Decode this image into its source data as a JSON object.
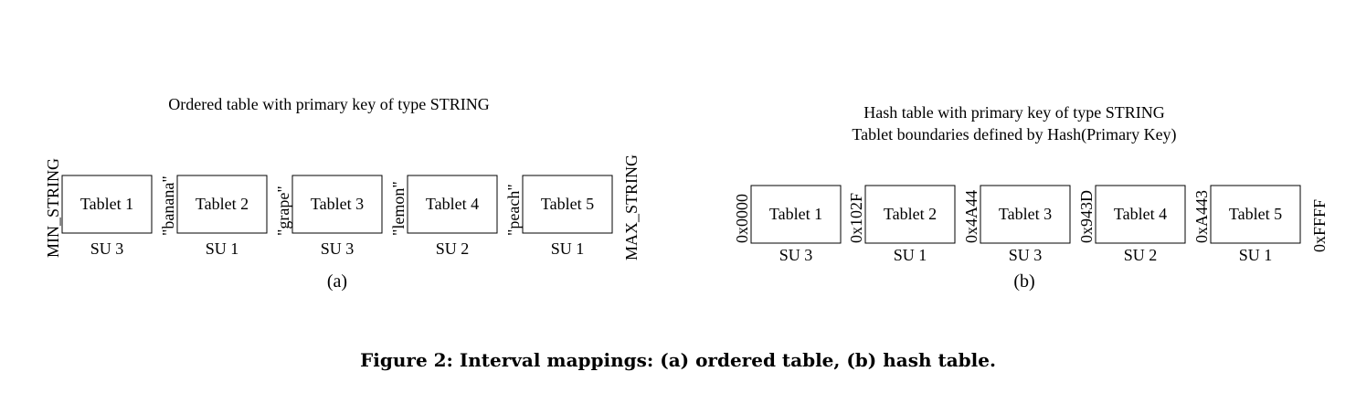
{
  "panel_a": {
    "title": "Ordered table with primary key of type STRING",
    "boundaries": [
      "MIN_STRING",
      "\"banana\"",
      "\"grape\"",
      "\"lemon\"",
      "\"peach\"",
      "MAX_STRING"
    ],
    "tablets": [
      "Tablet 1",
      "Tablet 2",
      "Tablet 3",
      "Tablet 4",
      "Tablet 5"
    ],
    "servers": [
      "SU 3",
      "SU 1",
      "SU 3",
      "SU 2",
      "SU 1"
    ],
    "label": "(a)"
  },
  "panel_b": {
    "title_line1": "Hash table with primary key of type STRING",
    "title_line2": "Tablet boundaries defined by Hash(Primary Key)",
    "boundaries": [
      "0x0000",
      "0x102F",
      "0x4A44",
      "0x943D",
      "0xA443",
      "0xFFFF"
    ],
    "tablets": [
      "Tablet 1",
      "Tablet 2",
      "Tablet 3",
      "Tablet 4",
      "Tablet 5"
    ],
    "servers": [
      "SU 3",
      "SU 1",
      "SU 3",
      "SU 2",
      "SU 1"
    ],
    "label": "(b)"
  },
  "caption": "Figure 2: Interval mappings: (a) ordered table, (b) hash table."
}
